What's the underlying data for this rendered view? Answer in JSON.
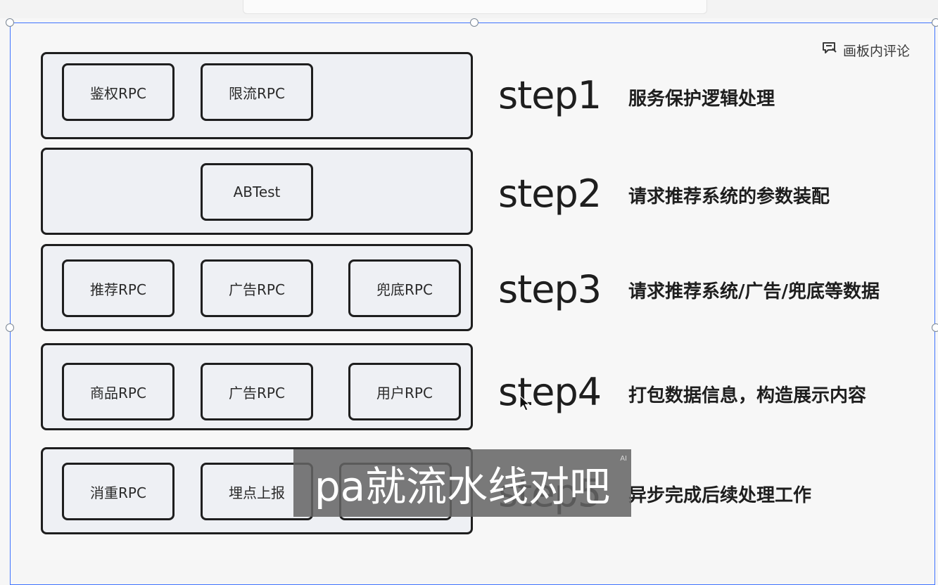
{
  "header": {
    "comment_button_label": "画板内评论"
  },
  "diagram": {
    "steps": [
      {
        "step": "step1",
        "description": "服务保护逻辑处理",
        "nodes": [
          "鉴权RPC",
          "限流RPC"
        ]
      },
      {
        "step": "step2",
        "description": "请求推荐系统的参数装配",
        "nodes": [
          "ABTest"
        ]
      },
      {
        "step": "step3",
        "description": "请求推荐系统/广告/兜底等数据",
        "nodes": [
          "推荐RPC",
          "广告RPC",
          "兜底RPC"
        ]
      },
      {
        "step": "step4",
        "description": "打包数据信息，构造展示内容",
        "nodes": [
          "商品RPC",
          "广告RPC",
          "用户RPC"
        ]
      },
      {
        "step": "step5",
        "description": "异步完成后续处理工作",
        "nodes": [
          "消重RPC",
          "埋点上报",
          ""
        ]
      }
    ]
  },
  "subtitle": {
    "text": "pa就流水线对吧",
    "badge": "AI"
  },
  "colors": {
    "border": "#1e1e1e",
    "box_fill": "#eef0f4",
    "selection": "#3f73ff",
    "background": "#f7f7f7"
  }
}
